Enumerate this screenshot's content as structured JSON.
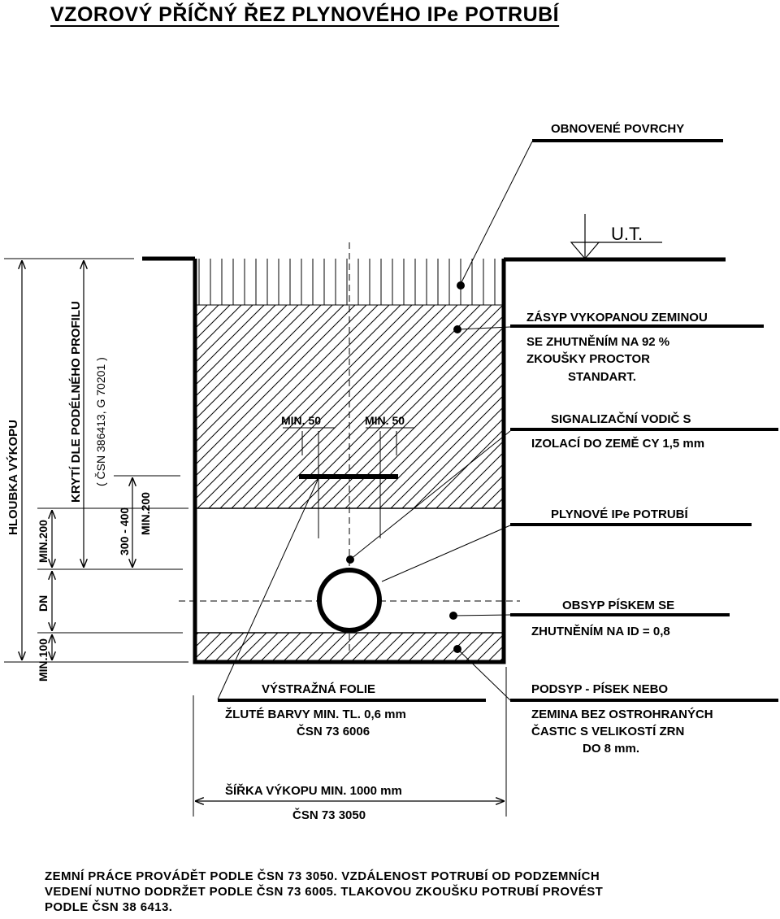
{
  "title": "VZOROVÝ PŘÍČNÝ ŘEZ PLYNOVÉHO IPe POTRUBÍ",
  "labels": {
    "ut": "U.T.",
    "obnovene": "OBNOVENÉ POVRCHY",
    "zasyp_1": "ZÁSYP VYKOPANOU ZEMINOU",
    "zasyp_2": "SE ZHUTNĚNÍM NA 92 %",
    "zasyp_3": "ZKOUŠKY PROCTOR",
    "zasyp_4": "STANDART.",
    "signal_1": "SIGNALIZAČNÍ VODIČ S",
    "signal_2": "IZOLACÍ DO ZEMĚ CY 1,5 mm",
    "plynove": "PLYNOVÉ IPe POTRUBÍ",
    "obsyp_1": "OBSYP PÍSKEM SE",
    "obsyp_2": "ZHUTNĚNÍM NA ID = 0,8",
    "podsyp_1": "PODSYP - PÍSEK NEBO",
    "podsyp_2": "ZEMINA BEZ OSTROHRANÝCH",
    "podsyp_3": "ČASTIC S VELIKOSTÍ ZRN",
    "podsyp_4": "DO 8 mm.",
    "folie_1": "VÝSTRAŽNÁ FOLIE",
    "folie_2": "ŽLUTÉ BARVY MIN. TL. 0,6 mm",
    "folie_3": "ČSN 73 6006",
    "sirka_1": "ŠÍŘKA VÝKOPU MIN. 1000 mm",
    "sirka_2": "ČSN 73 3050",
    "min50_left": "MIN. 50",
    "min50_right": "MIN. 50",
    "dim_hloubka": "HLOUBKA VÝKOPU",
    "dim_kryti_1": "KRYTÍ DLE PODÉLNÉHO PROFILU",
    "dim_kryti_2": "( ČSN 386413, G 70201 )",
    "dim_300_400": "300 - 400",
    "dim_min200_a": "MIN.200",
    "dim_min200_b": "MIN.200",
    "dim_dn": "DN",
    "dim_min100": "MIN.100"
  },
  "footer": [
    "ZEMNÍ PRÁCE PROVÁDĚT PODLE ČSN 73 3050. VZDÁLENOST POTRUBÍ OD PODZEMNÍCH",
    "VEDENÍ NUTNO DODRŽET PODLE ČSN 73 6005. TLAKOVOU ZKOUŠKU POTRUBÍ PROVÉST",
    "PODLE ČSN 38 6413."
  ],
  "colors": {
    "line": "#000000",
    "hatch": "#000000",
    "background": "#ffffff"
  }
}
